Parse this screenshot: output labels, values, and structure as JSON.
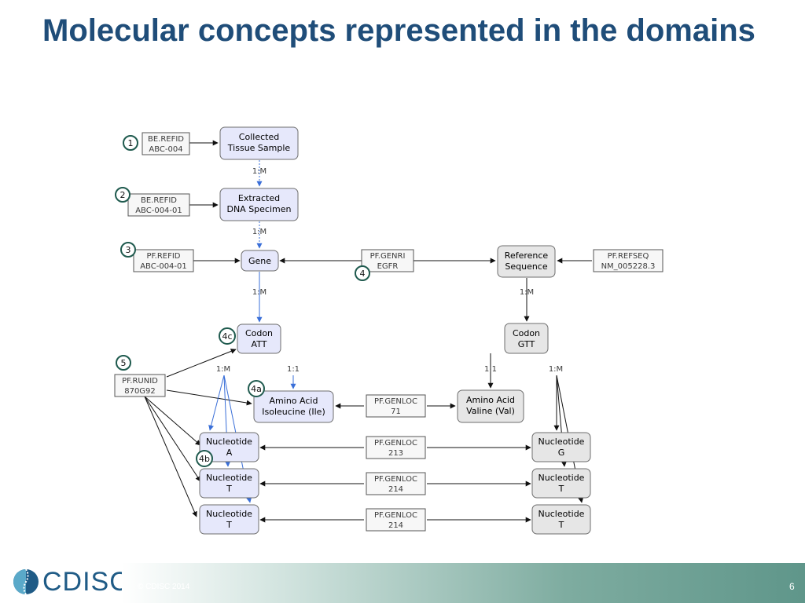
{
  "slide": {
    "title": "Molecular concepts represented in the domains",
    "footer_copyright": "© CDISC 2014",
    "slide_number": "6",
    "logo_text": "CDISC",
    "logo_mark": "®"
  },
  "diagram": {
    "nodes": {
      "collected": {
        "lines": [
          "Collected",
          "Tissue Sample"
        ]
      },
      "extracted": {
        "lines": [
          "Extracted",
          "DNA Specimen"
        ]
      },
      "gene": {
        "lines": [
          "Gene"
        ]
      },
      "refseq": {
        "lines": [
          "Reference",
          "Sequence"
        ]
      },
      "codon_att": {
        "lines": [
          "Codon",
          "ATT"
        ]
      },
      "codon_gtt": {
        "lines": [
          "Codon",
          "GTT"
        ]
      },
      "aa_ile": {
        "lines": [
          "Amino Acid",
          "Isoleucine (Ile)"
        ]
      },
      "aa_val": {
        "lines": [
          "Amino Acid",
          "Valine (Val)"
        ]
      },
      "nuc_a": {
        "lines": [
          "Nucleotide",
          "A"
        ]
      },
      "nuc_t1": {
        "lines": [
          "Nucleotide",
          "T"
        ]
      },
      "nuc_t2": {
        "lines": [
          "Nucleotide",
          "T"
        ]
      },
      "nuc_g": {
        "lines": [
          "Nucleotide",
          "G"
        ]
      },
      "nuc_t3": {
        "lines": [
          "Nucleotide",
          "T"
        ]
      },
      "nuc_t4": {
        "lines": [
          "Nucleotide",
          "T"
        ]
      }
    },
    "refs": {
      "be1": {
        "lines": [
          "BE.REFID",
          "ABC-004"
        ]
      },
      "be2": {
        "lines": [
          "BE.REFID",
          "ABC-004-01"
        ]
      },
      "pf_refid": {
        "lines": [
          "PF.REFID",
          "ABC-004-01"
        ]
      },
      "pf_genri": {
        "lines": [
          "PF.GENRI",
          "EGFR"
        ]
      },
      "pf_refseq": {
        "lines": [
          "PF.REFSEQ",
          "NM_005228.3"
        ]
      },
      "pf_runid": {
        "lines": [
          "PF.RUNID",
          "870G92"
        ]
      },
      "genloc71": {
        "lines": [
          "PF.GENLOC",
          "71"
        ]
      },
      "genloc213": {
        "lines": [
          "PF.GENLOC",
          "213"
        ]
      },
      "genloc214a": {
        "lines": [
          "PF.GENLOC",
          "214"
        ]
      },
      "genloc214b": {
        "lines": [
          "PF.GENLOC",
          "214"
        ]
      }
    },
    "cardinalities": {
      "c1": "1:M",
      "c2": "1:M",
      "c3": "1:M",
      "c4": "1:M",
      "c5": "1:M",
      "c6": "1:1",
      "c7": "1:1",
      "c8": "1:M"
    },
    "badges": {
      "b1": "1",
      "b2": "2",
      "b3": "3",
      "b4": "4",
      "b4c": "4c",
      "b5": "5",
      "b4a": "4a",
      "b4b": "4b"
    },
    "colors": {
      "node_blue_fill": "#e6e8fb",
      "node_grey_fill": "#e6e6e6",
      "node_stroke": "#6e6e6e",
      "arrow_blue": "#3a6fd8",
      "arrow_black": "#111111",
      "badge_ring": "#1f5a4e",
      "title": "#1f4d79"
    }
  }
}
